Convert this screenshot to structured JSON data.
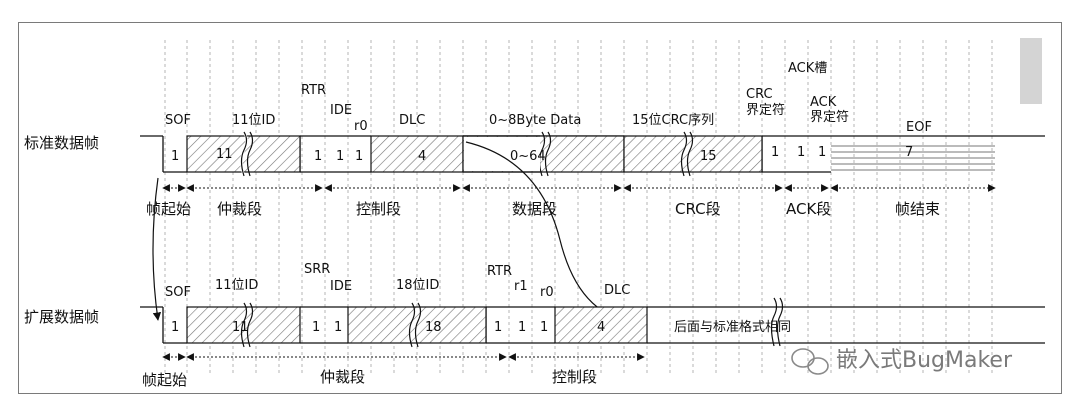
{
  "rows": {
    "standard": "标准数据帧",
    "extended": "扩展数据帧"
  },
  "top": {
    "fields": {
      "sof": "SOF",
      "id11": "11位ID",
      "rtr": "RTR",
      "ide": "IDE",
      "r0": "r0",
      "dlc": "DLC",
      "data": "0~8Byte Data",
      "crc15": "15位CRC序列",
      "crc_delim_1": "CRC",
      "crc_delim_2": "界定符",
      "ack_slot": "ACK槽",
      "ack_delim_1": "ACK",
      "ack_delim_2": "界定符",
      "eof": "EOF"
    },
    "values": {
      "sof": "1",
      "id": "11",
      "rtr": "1",
      "ide": "1",
      "r0": "1",
      "dlc": "4",
      "data": "0~64",
      "crc": "15",
      "crc_delim": "1",
      "ack_slot": "1",
      "ack_delim": "1",
      "eof": "7"
    },
    "segments": {
      "sof": "帧起始",
      "arb": "仲裁段",
      "ctrl": "控制段",
      "data": "数据段",
      "crc": "CRC段",
      "ack": "ACK段",
      "eof": "帧结束"
    }
  },
  "bottom": {
    "fields": {
      "sof": "SOF",
      "id11": "11位ID",
      "srr": "SRR",
      "ide": "IDE",
      "id18": "18位ID",
      "rtr": "RTR",
      "r1": "r1",
      "r0": "r0",
      "dlc": "DLC"
    },
    "values": {
      "sof": "1",
      "id11": "11",
      "srr": "1",
      "ide": "1",
      "id18": "18",
      "rtr": "1",
      "r1": "1",
      "r0": "1",
      "dlc": "4"
    },
    "note": "后面与标准格式相同",
    "segments": {
      "sof": "帧起始",
      "arb": "仲裁段",
      "ctrl": "控制段"
    }
  },
  "watermark": "嵌入式BugMaker"
}
